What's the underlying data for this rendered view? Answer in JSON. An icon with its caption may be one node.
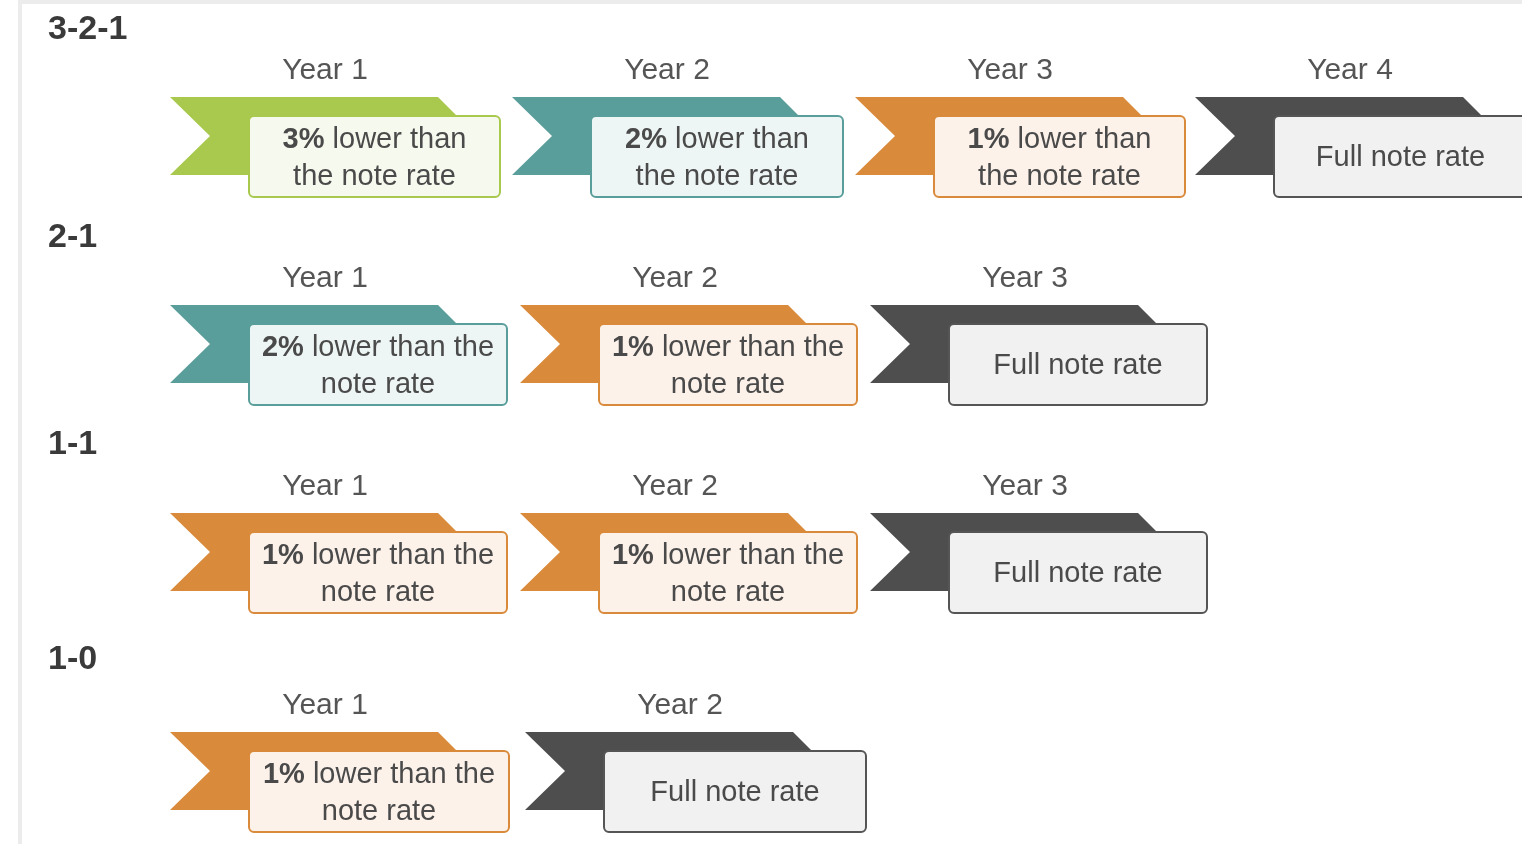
{
  "diagram": {
    "nodes": [
      {
        "text": [
          "**3%** lower than the note rate"
        ],
        "beside": [
          "Year 1"
        ]
      },
      {
        "text": [
          "**2%** lower than the note rate"
        ],
        "beside": [
          "Year 2"
        ]
      },
      {
        "text": [
          "**1%** lower than the note rate"
        ],
        "beside": [
          "Year 3"
        ]
      },
      {
        "text": [
          "Full note rate"
        ],
        "beside": [
          "Year 4"
        ]
      },
      {
        "text": [
          "**2%** lower than the note rate"
        ],
        "beside": [
          "Year 1"
        ]
      },
      {
        "text": [
          "**1%** lower than the note rate"
        ],
        "beside": [
          "Year 2"
        ]
      },
      {
        "text": [
          "Full note rate"
        ],
        "beside": [
          "Year 3"
        ]
      },
      {
        "text": [
          "**1%** lower than the note rate"
        ],
        "beside": [
          "Year 1"
        ]
      },
      {
        "text": [
          "**1%** lower than the note rate"
        ],
        "beside": [
          "Year 2"
        ]
      },
      {
        "text": [
          "Full note rate"
        ],
        "beside": [
          "Year 3"
        ]
      },
      {
        "text": [
          "**1%** lower than the note rate"
        ],
        "beside": [
          "Year 1"
        ]
      },
      {
        "text": [
          "Full note rate"
        ],
        "beside": [
          "Year 2"
        ]
      }
    ],
    "labels": [
      "3-2-1",
      "2-1",
      "1-1",
      "1-0"
    ]
  }
}
